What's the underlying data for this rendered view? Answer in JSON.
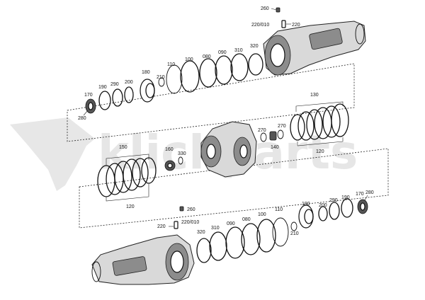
{
  "watermark": "klickparts",
  "callouts": {
    "top": {
      "p260": "260",
      "p220_010": "220/010",
      "p220": "220",
      "p320": "320",
      "p310": "310",
      "p090": "090",
      "p080": "080",
      "p100": "100",
      "p110": "110",
      "p210": "210",
      "p180": "180",
      "p200": "200",
      "p290": "290",
      "p190": "190",
      "p170": "170",
      "p280": "280"
    },
    "middle": {
      "p130": "130",
      "p120_right": "120",
      "p270_a": "270",
      "p270_b": "270",
      "p140": "140",
      "p160": "160",
      "p330": "330",
      "p150": "150",
      "p120_left": "120"
    },
    "bottom": {
      "p260": "260",
      "p220": "220",
      "p220_010": "220/010",
      "p320": "320",
      "p310": "310",
      "p090": "090",
      "p080": "080",
      "p100": "100",
      "p110": "110",
      "p180": "180",
      "p210": "210",
      "p200": "200",
      "p290": "290",
      "p190": "190",
      "p170": "170",
      "p280": "280"
    }
  }
}
